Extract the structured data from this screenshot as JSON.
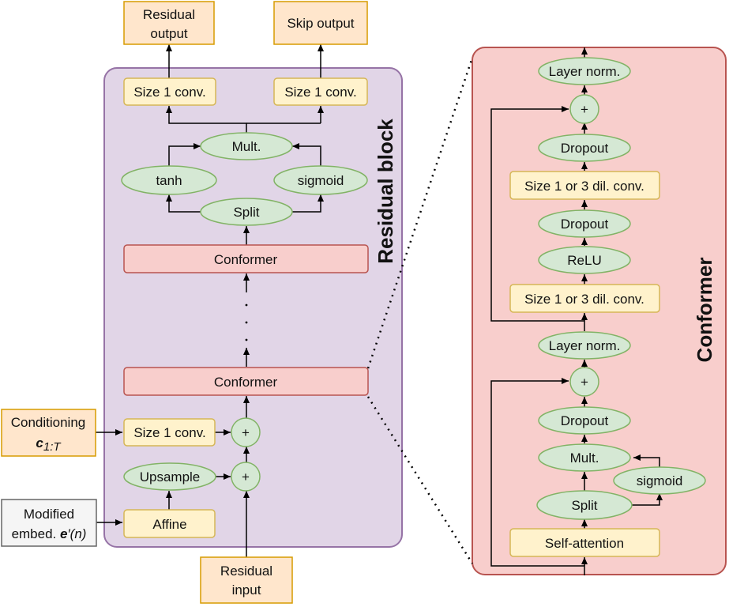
{
  "residual_block": {
    "title": "Residual block",
    "residual_output": [
      "Residual",
      "output"
    ],
    "skip_output": "Skip output",
    "conv_left": "Size 1 conv.",
    "conv_right": "Size 1 conv.",
    "mult": "Mult.",
    "tanh": "tanh",
    "sigmoid": "sigmoid",
    "split": "Split",
    "conformer_top": "Conformer",
    "conformer_bottom": "Conformer",
    "cond_conv": "Size 1 conv.",
    "plus_top": "+",
    "plus_bottom": "+",
    "upsample": "Upsample",
    "affine": "Affine",
    "residual_input": [
      "Residual",
      "input"
    ]
  },
  "inputs": {
    "conditioning": "Conditioning",
    "conditioning_symbol": "c",
    "conditioning_subscript": "1:T",
    "modified": "Modified",
    "embed_prefix": "embed. ",
    "embed_symbol": "e",
    "embed_suffix": "′(n)"
  },
  "conformer": {
    "title": "Conformer",
    "layer_norm_top": "Layer norm.",
    "plus_top": "+",
    "dropout_1": "Dropout",
    "dil_conv_top": "Size 1 or 3 dil. conv.",
    "dropout_2": "Dropout",
    "relu": "ReLU",
    "dil_conv_bottom": "Size 1 or 3 dil. conv.",
    "layer_norm_mid": "Layer norm.",
    "plus_bottom": "+",
    "dropout_3": "Dropout",
    "mult": "Mult.",
    "sigmoid": "sigmoid",
    "split": "Split",
    "self_attention": "Self-attention"
  },
  "colors": {
    "residual_block_fill": "#e1d5e7",
    "residual_block_stroke": "#9673a6",
    "conformer_fill": "#f8cecc",
    "conformer_stroke": "#b85450",
    "process_fill": "#fff2cc",
    "process_stroke": "#d6b656",
    "io_fill": "#ffe6cc",
    "io_stroke": "#d79b00",
    "op_fill": "#d5e8d4",
    "op_stroke": "#82b366",
    "embed_fill": "#f5f5f5",
    "embed_stroke": "#666666"
  }
}
